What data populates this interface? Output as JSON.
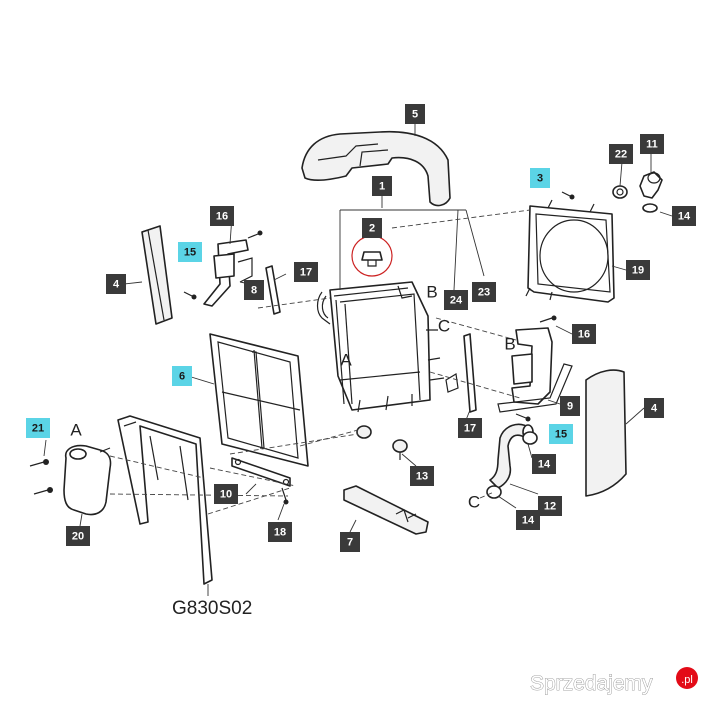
{
  "diagram": {
    "code": "G830S02",
    "colors": {
      "callout_default": "#3a3a3a",
      "callout_highlight": "#5bd4e6",
      "callout_text_default": "#ffffff",
      "callout_text_highlight": "#1a1a1a",
      "circle_marker": "#cc2222"
    },
    "callouts": [
      {
        "id": "c5",
        "label": "5",
        "highlight": false
      },
      {
        "id": "c1",
        "label": "1",
        "highlight": false
      },
      {
        "id": "c2",
        "label": "2",
        "highlight": false
      },
      {
        "id": "c3",
        "label": "3",
        "highlight": true
      },
      {
        "id": "c22",
        "label": "22",
        "highlight": false
      },
      {
        "id": "c11",
        "label": "11",
        "highlight": false
      },
      {
        "id": "c14a",
        "label": "14",
        "highlight": false
      },
      {
        "id": "c16a",
        "label": "16",
        "highlight": false
      },
      {
        "id": "c15a",
        "label": "15",
        "highlight": true
      },
      {
        "id": "c4a",
        "label": "4",
        "highlight": false
      },
      {
        "id": "c8",
        "label": "8",
        "highlight": false
      },
      {
        "id": "c17a",
        "label": "17",
        "highlight": false
      },
      {
        "id": "c24",
        "label": "24",
        "highlight": false
      },
      {
        "id": "c23",
        "label": "23",
        "highlight": false
      },
      {
        "id": "c19",
        "label": "19",
        "highlight": false
      },
      {
        "id": "c16b",
        "label": "16",
        "highlight": false
      },
      {
        "id": "c6",
        "label": "6",
        "highlight": true
      },
      {
        "id": "c9",
        "label": "9",
        "highlight": false
      },
      {
        "id": "c4b",
        "label": "4",
        "highlight": false
      },
      {
        "id": "c17b",
        "label": "17",
        "highlight": false
      },
      {
        "id": "c15b",
        "label": "15",
        "highlight": true
      },
      {
        "id": "c21",
        "label": "21",
        "highlight": true
      },
      {
        "id": "c14b",
        "label": "14",
        "highlight": false
      },
      {
        "id": "c13",
        "label": "13",
        "highlight": false
      },
      {
        "id": "c10",
        "label": "10",
        "highlight": false
      },
      {
        "id": "c12",
        "label": "12",
        "highlight": false
      },
      {
        "id": "c14c",
        "label": "14",
        "highlight": false
      },
      {
        "id": "c20",
        "label": "20",
        "highlight": false
      },
      {
        "id": "c18",
        "label": "18",
        "highlight": false
      },
      {
        "id": "c7",
        "label": "7",
        "highlight": false
      }
    ],
    "connection_letters": [
      {
        "id": "lB1",
        "label": "B"
      },
      {
        "id": "lC1",
        "label": "C"
      },
      {
        "id": "lA1",
        "label": "A"
      },
      {
        "id": "lB2",
        "label": "B"
      },
      {
        "id": "lA2",
        "label": "A"
      },
      {
        "id": "lC2",
        "label": "C"
      }
    ]
  },
  "watermark": {
    "text": "Sprzedajemy",
    "suffix": ".pl"
  }
}
